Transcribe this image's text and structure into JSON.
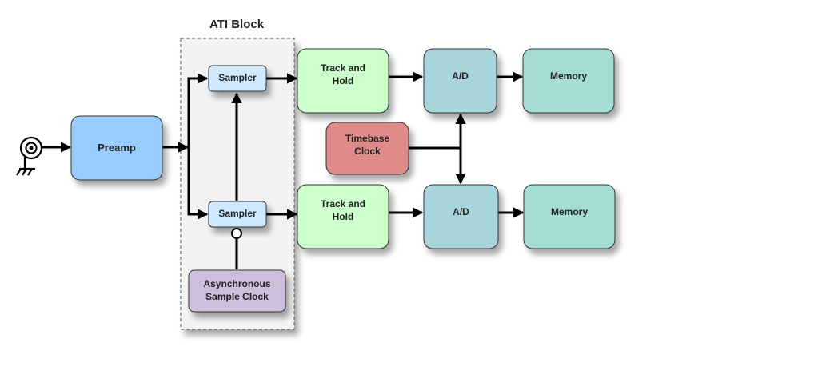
{
  "diagram": {
    "ati_block_title": "ATI Block",
    "blocks": {
      "preamp": "Preamp",
      "sampler_top": "Sampler",
      "sampler_bottom": "Sampler",
      "track_hold_top_line1": "Track and",
      "track_hold_top_line2": "Hold",
      "track_hold_bottom_line1": "Track and",
      "track_hold_bottom_line2": "Hold",
      "ad_top": "A/D",
      "ad_bottom": "A/D",
      "memory_top": "Memory",
      "memory_bottom": "Memory",
      "timebase_line1": "Timebase",
      "timebase_line2": "Clock",
      "async_line1": "Asynchronous",
      "async_line2": "Sample Clock"
    },
    "colors": {
      "preamp": "#99ccff",
      "sampler": "#cfeaff",
      "track_hold": "#ccffcc",
      "ad": "#a8d5dc",
      "memory": "#a3ddd6",
      "timebase": "#e08a8a",
      "async": "#cdbfdc",
      "ati_block_bg": "#f2f2f2"
    },
    "icons": {
      "input": "antenna-ground-icon"
    }
  }
}
